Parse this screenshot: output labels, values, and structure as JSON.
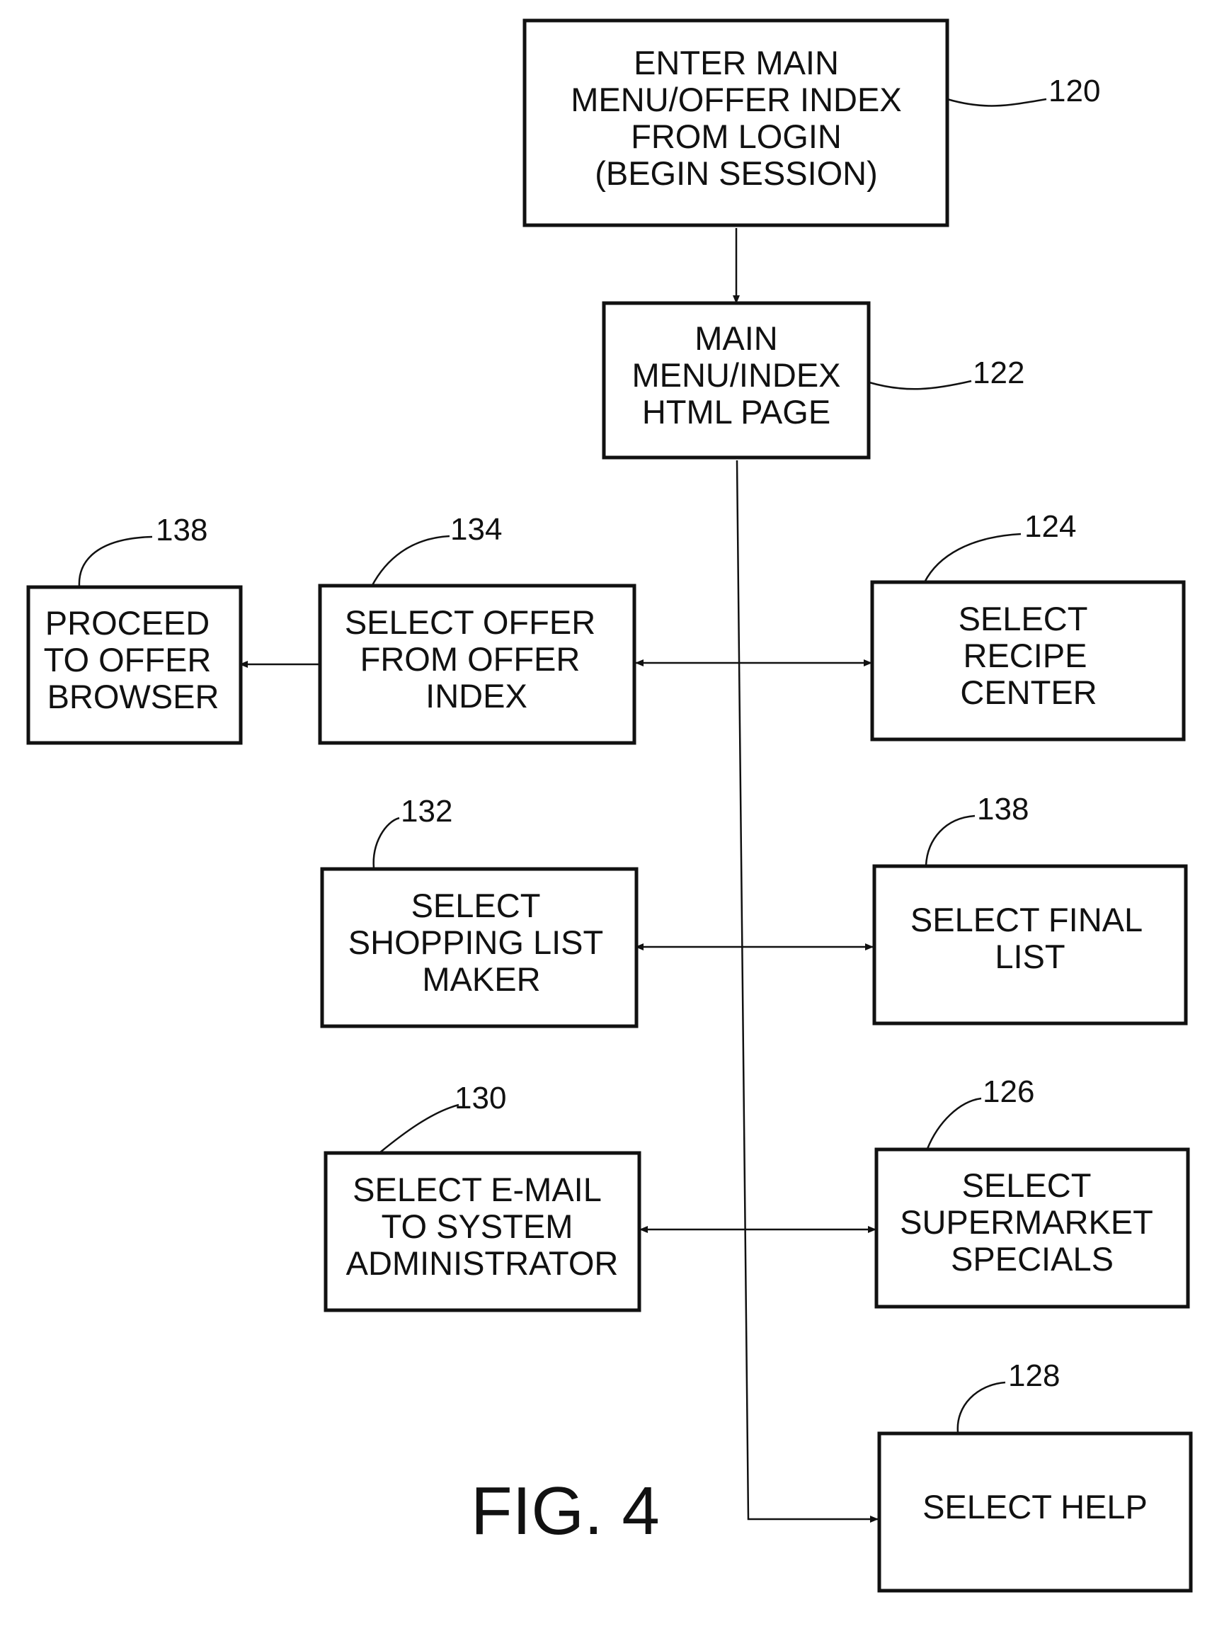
{
  "figure_label": "FIG. 4",
  "nodes": {
    "n120": {
      "ref": "120",
      "lines": [
        "ENTER MAIN",
        "MENU/OFFER INDEX",
        "FROM LOGIN",
        "(BEGIN SESSION)"
      ]
    },
    "n122": {
      "ref": "122",
      "lines": [
        "MAIN",
        "MENU/INDEX",
        "HTML PAGE"
      ]
    },
    "n138a": {
      "ref": "138",
      "lines": [
        "PROCEED",
        "TO OFFER",
        "BROWSER"
      ]
    },
    "n134": {
      "ref": "134",
      "lines": [
        "SELECT OFFER",
        "FROM OFFER",
        "INDEX"
      ]
    },
    "n124": {
      "ref": "124",
      "lines": [
        "SELECT",
        "RECIPE",
        "CENTER"
      ]
    },
    "n132": {
      "ref": "132",
      "lines": [
        "SELECT",
        "SHOPPING LIST",
        "MAKER"
      ]
    },
    "n138b": {
      "ref": "138",
      "lines": [
        "SELECT FINAL",
        "LIST"
      ]
    },
    "n130": {
      "ref": "130",
      "lines": [
        "SELECT E-MAIL",
        "TO SYSTEM",
        "ADMINISTRATOR"
      ]
    },
    "n126": {
      "ref": "126",
      "lines": [
        "SELECT",
        "SUPERMARKET",
        "SPECIALS"
      ]
    },
    "n128": {
      "ref": "128",
      "lines": [
        "SELECT HELP"
      ]
    }
  }
}
